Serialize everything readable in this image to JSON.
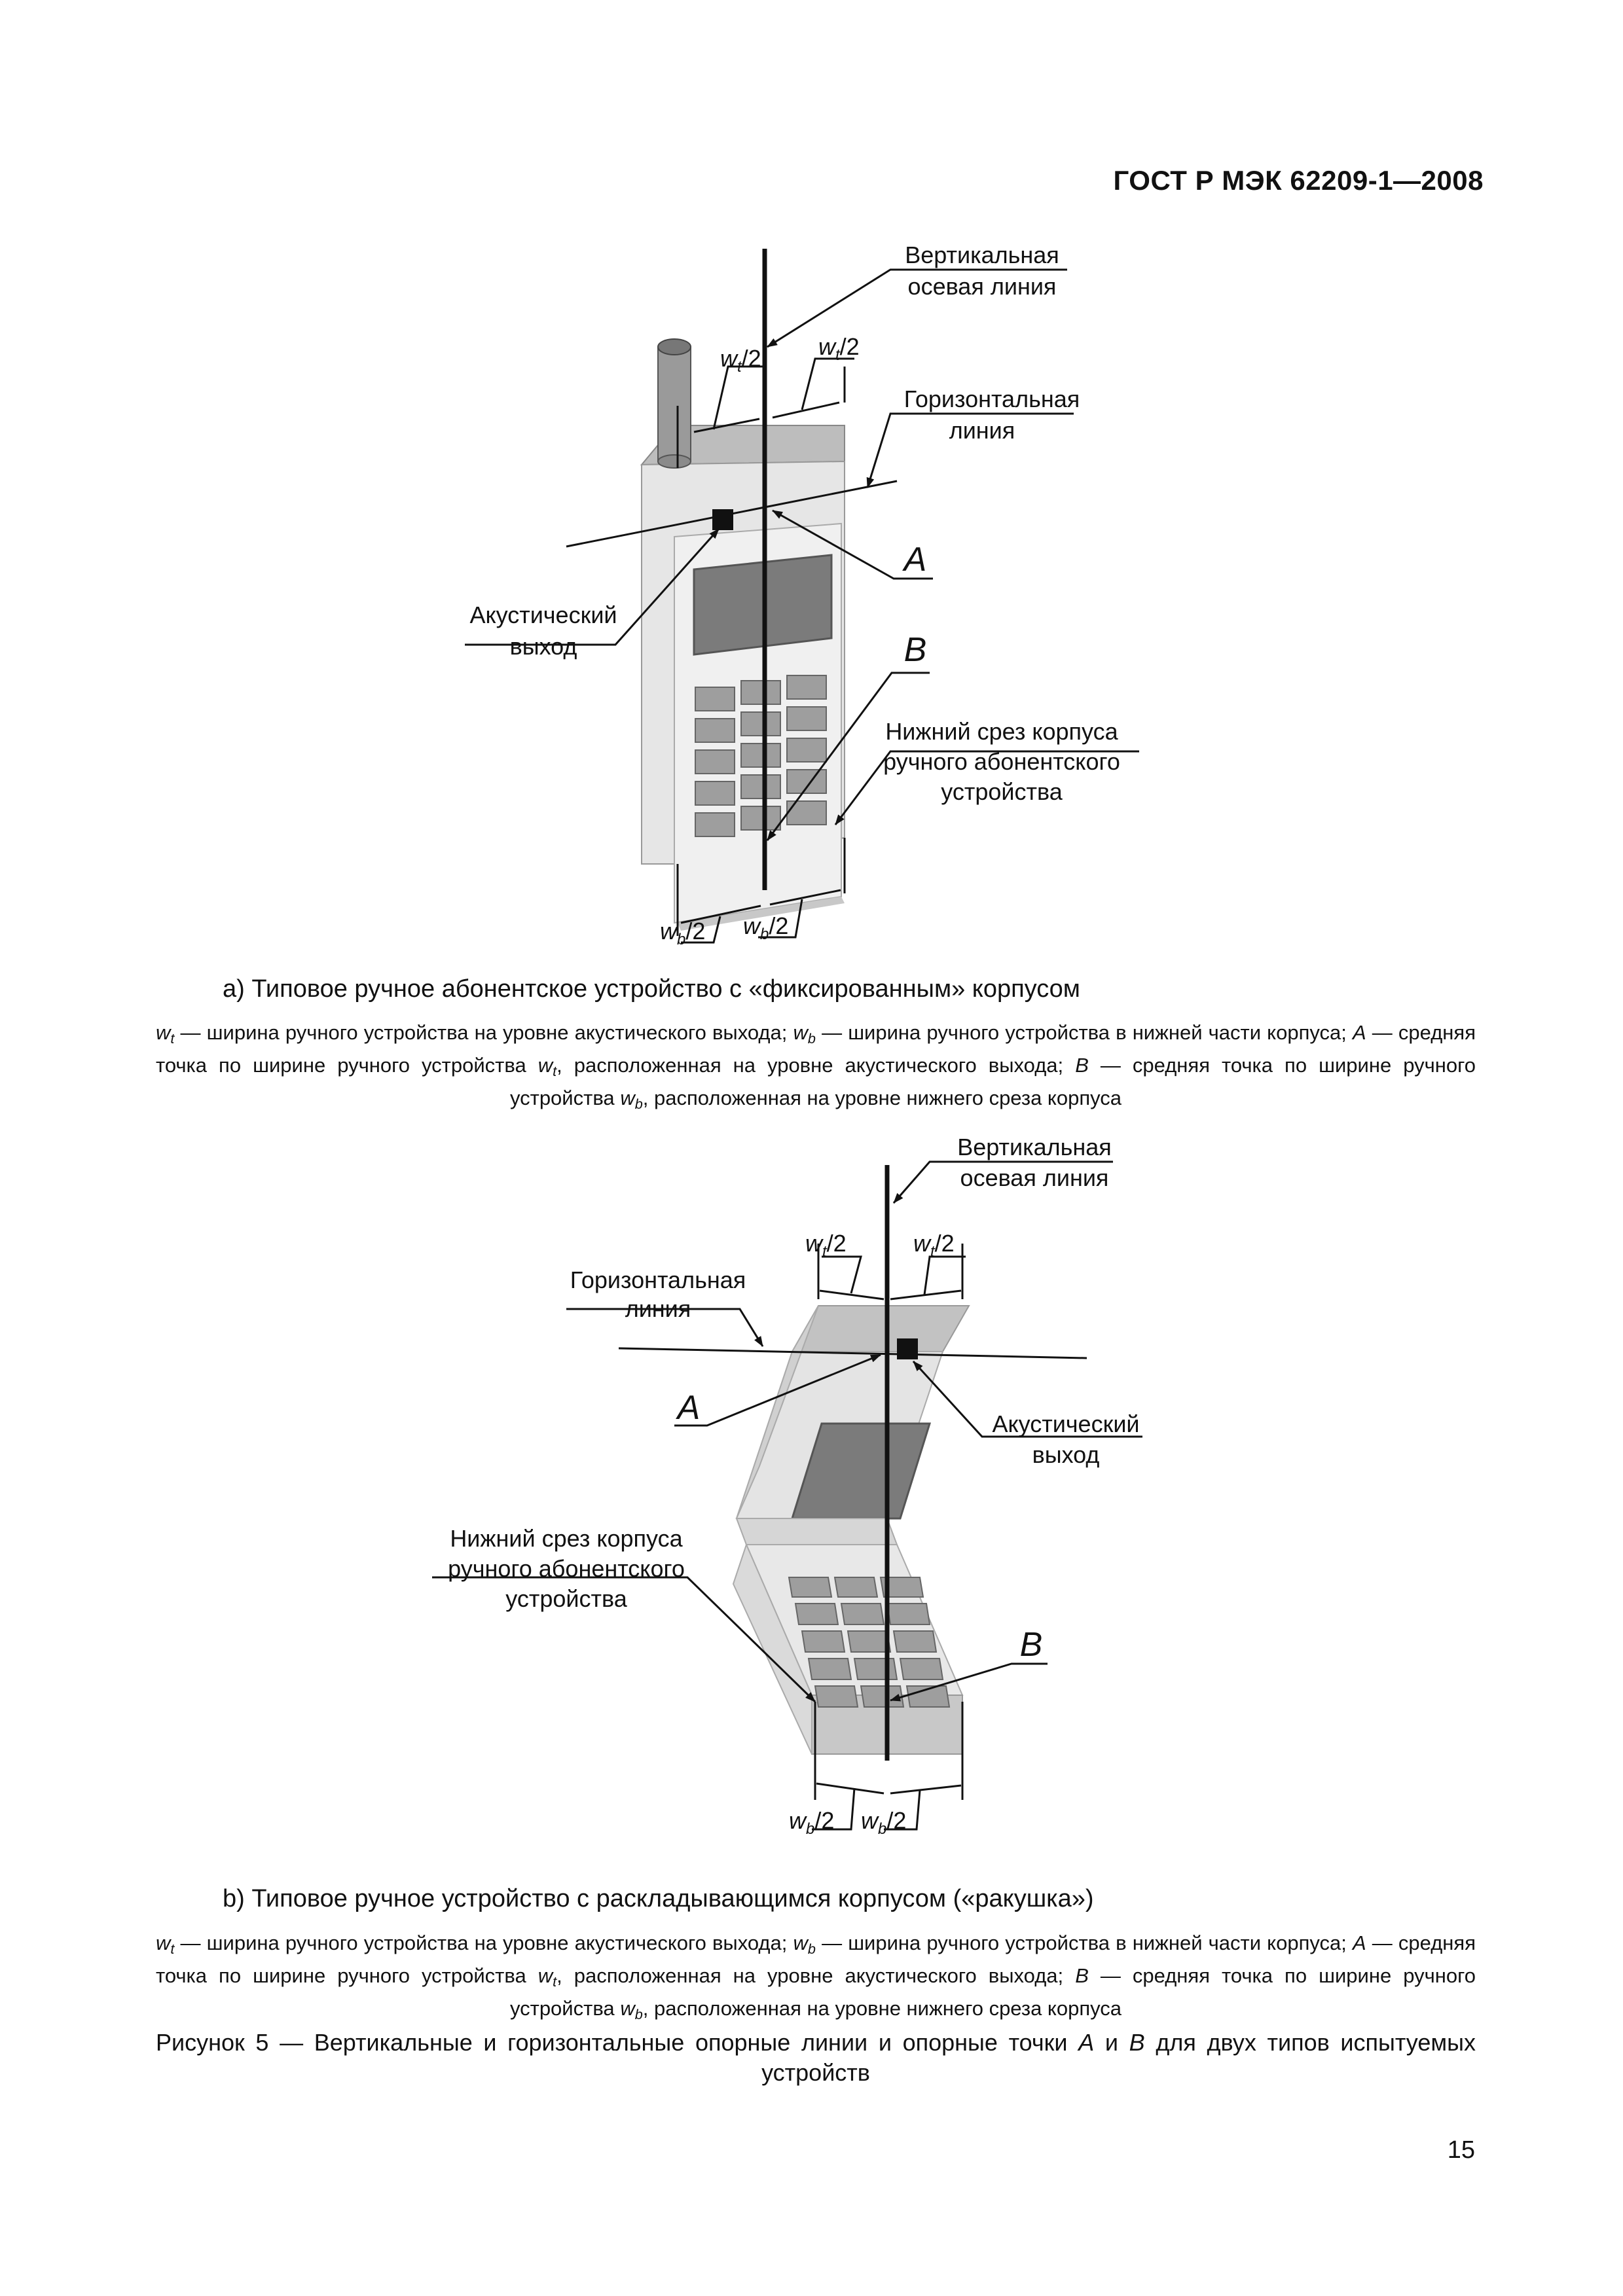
{
  "header": {
    "doc_id": "ГОСТ Р МЭК 62209-1—2008"
  },
  "figure_a": {
    "label_vertical_1": "Вертикальная",
    "label_vertical_2": "осевая линия",
    "label_horizontal_1": "Горизонтальная",
    "label_horizontal_2": "линия",
    "label_acoustic_1": "Акустический",
    "label_acoustic_2": "выход",
    "label_bottom_1": "Нижний срез корпуса",
    "label_bottom_2": "ручного абонентского",
    "label_bottom_3": "устройства",
    "point_a": "A",
    "point_b": "B",
    "dim_w": "w",
    "dim_t": "t",
    "dim_b": "b",
    "dim_half": "/2",
    "caption": "a)  Типовое ручное абонентское устройство с «фиксированным» корпусом",
    "note_1": "— ширина ручного устройства на уровне акустического выхода;",
    "note_2": "— ширина ручного устройства в нижней части корпуса;",
    "note_3": "— средняя точка по ширине ручного устройства",
    "note_4": ", расположенная на уровне акустического выхода;",
    "note_5": "— средняя точка по ширине ручного устройства",
    "note_6": ", расположенная на уровне нижнего среза корпуса"
  },
  "figure_b": {
    "label_vertical_1": "Вертикальная",
    "label_vertical_2": "осевая линия",
    "label_horizontal_1": "Горизонтальная",
    "label_horizontal_2": "линия",
    "label_acoustic_1": "Акустический",
    "label_acoustic_2": "выход",
    "label_bottom_1": "Нижний срез корпуса",
    "label_bottom_2": "ручного абонентского",
    "label_bottom_3": "устройства",
    "point_a": "A",
    "point_b": "B",
    "caption": "b) Типовое ручное устройство с раскладывающимся корпусом («ракушка»)",
    "note_1": "— ширина ручного устройства на уровне акустического выхода;",
    "note_2": "— ширина ручного устройства в нижней части корпуса;",
    "note_3": "— средняя точка по ширине ручного устройства",
    "note_4": ", расположенная на уровне акустического выхода;",
    "note_5": "— средняя точка по ширине ручного устройства",
    "note_6": ", расположенная на уровне нижнего среза корпуса"
  },
  "figure_caption": {
    "part1": "Рисунок 5 — Вертикальные и горизонтальные опорные линии и опорные точки",
    "a": "A",
    "and": "и",
    "b": "B",
    "part2": "для  двух  типов  испытуемых",
    "part3": "устройств"
  },
  "page_number": "15"
}
